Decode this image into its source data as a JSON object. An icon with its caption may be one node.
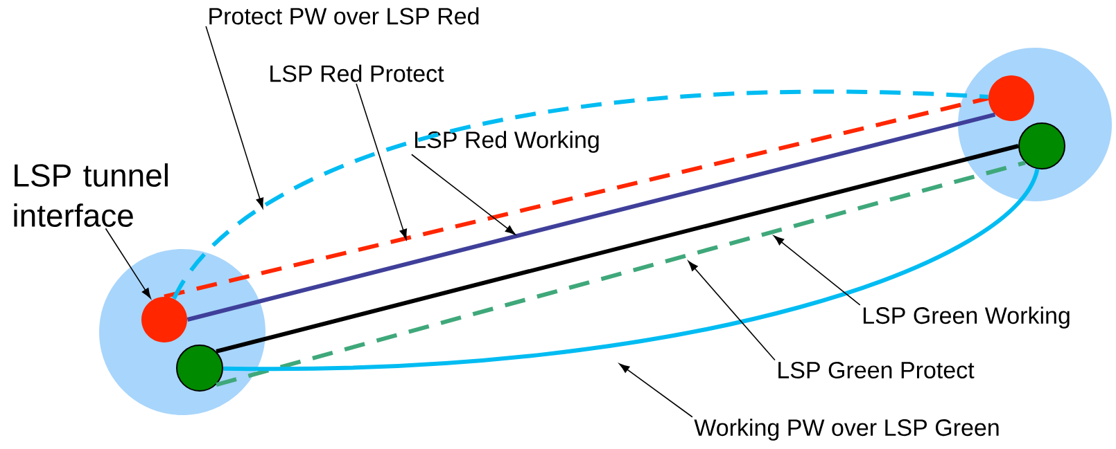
{
  "diagram": {
    "nodes": [
      {
        "text": [],
        "shape": "circle"
      },
      {
        "text": [],
        "shape": "circle",
        "in": 0
      },
      {
        "text": [],
        "shape": "circle",
        "in": 0
      },
      {
        "text": [],
        "shape": "circle"
      },
      {
        "text": [],
        "shape": "circle",
        "in": 3
      },
      {
        "text": [],
        "shape": "circle",
        "in": 3
      },
      {
        "text": [
          "LSP tunnel interface"
        ]
      },
      {
        "text": [
          "Protect PW over LSP Red"
        ]
      },
      {
        "text": [
          "LSP Red Protect"
        ]
      },
      {
        "text": [
          "LSP Red Working"
        ]
      },
      {
        "text": [
          "LSP Green Working"
        ]
      },
      {
        "text": [
          "LSP Green Protect"
        ]
      },
      {
        "text": [
          "Working PW over LSP Green"
        ]
      }
    ],
    "edges": [
      {
        "from": 1,
        "to": 4,
        "arrow": "none",
        "style": "dashed",
        "color": "#ff2600"
      },
      {
        "from": 1,
        "to": 4,
        "arrow": "none",
        "style": "thick",
        "color": "#3f3f9a"
      },
      {
        "from": 2,
        "to": 5,
        "arrow": "none",
        "style": "thick",
        "color": "#000000"
      },
      {
        "from": 2,
        "to": 5,
        "arrow": "none",
        "style": "dashed",
        "color": "#3fa87a"
      },
      {
        "from": 1,
        "to": 4,
        "arrow": "none",
        "style": "dashed",
        "color": "#00bcf2"
      },
      {
        "from": 2,
        "to": 5,
        "arrow": "none",
        "style": "thick",
        "color": "#00bcf2"
      },
      {
        "from": 6,
        "to": 1,
        "arrow": "to"
      },
      {
        "from": 7,
        "to": null,
        "arrow": "to"
      },
      {
        "from": 8,
        "to": null,
        "arrow": "to"
      },
      {
        "from": 9,
        "to": null,
        "arrow": "to"
      },
      {
        "from": 10,
        "to": null,
        "arrow": "to"
      },
      {
        "from": 11,
        "to": null,
        "arrow": "to"
      },
      {
        "from": 12,
        "to": null,
        "arrow": "to"
      }
    ]
  }
}
